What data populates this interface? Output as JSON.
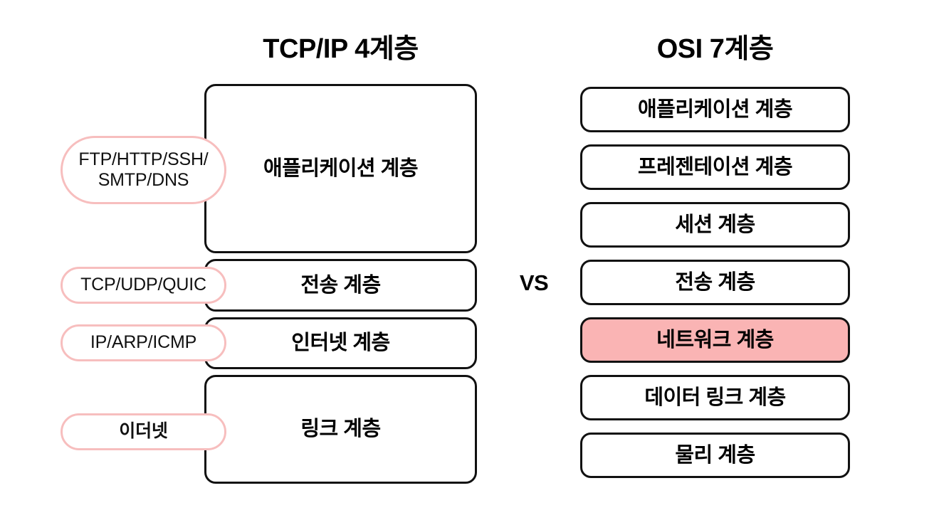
{
  "diagram": {
    "comparison_label": "VS",
    "colors": {
      "box_border": "#111111",
      "box_fill": "#ffffff",
      "pill_border": "#f7bebe",
      "pill_fill": "#ffffff",
      "highlight_fill": "#fab4b4",
      "text": "#111111",
      "background": "#ffffff"
    }
  },
  "tcpip": {
    "title": "TCP/IP 4계층",
    "layers": [
      {
        "name": "애플리케이션 계층",
        "protocols": "FTP/HTTP/SSH/\nSMTP/DNS",
        "highlighted": false
      },
      {
        "name": "전송 계층",
        "protocols": "TCP/UDP/QUIC",
        "highlighted": false
      },
      {
        "name": "인터넷 계층",
        "protocols": "IP/ARP/ICMP",
        "highlighted": false
      },
      {
        "name": "링크 계층",
        "protocols": "이더넷",
        "highlighted": false
      }
    ]
  },
  "osi": {
    "title": "OSI 7계층",
    "layers": [
      {
        "name": "애플리케이션 계층",
        "highlighted": false
      },
      {
        "name": "프레젠테이션 계층",
        "highlighted": false
      },
      {
        "name": "세션 계층",
        "highlighted": false
      },
      {
        "name": "전송 계층",
        "highlighted": false
      },
      {
        "name": "네트워크 계층",
        "highlighted": true
      },
      {
        "name": "데이터 링크 계층",
        "highlighted": false
      },
      {
        "name": "물리 계층",
        "highlighted": false
      }
    ]
  }
}
